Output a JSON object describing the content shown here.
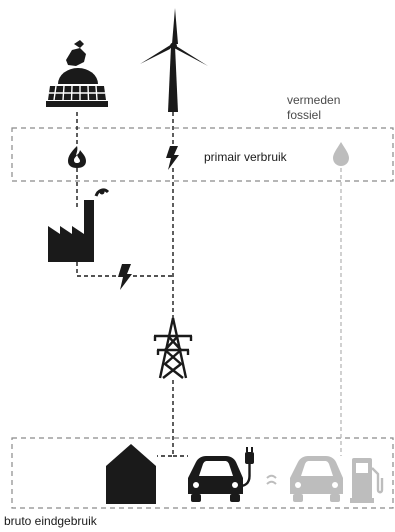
{
  "labels": {
    "avoided_fossil_line1": "vermeden",
    "avoided_fossil_line2": "fossiel",
    "primary_consumption": "primair verbruik",
    "gross_final_consumption": "bruto eindgebruik"
  },
  "colors": {
    "ink": "#1a1a1a",
    "dash": "#8a8a8a",
    "faded": "#bdbdbd",
    "background": "#ffffff"
  },
  "icons": [
    "biomass-icon",
    "solar-panel-icon",
    "wind-turbine-icon",
    "flame-icon",
    "lightning-icon",
    "fossil-drop-icon",
    "factory-icon",
    "transmission-tower-icon",
    "house-icon",
    "electric-car-icon",
    "charging-plug-icon",
    "fossil-car-icon",
    "fuel-pump-icon"
  ]
}
